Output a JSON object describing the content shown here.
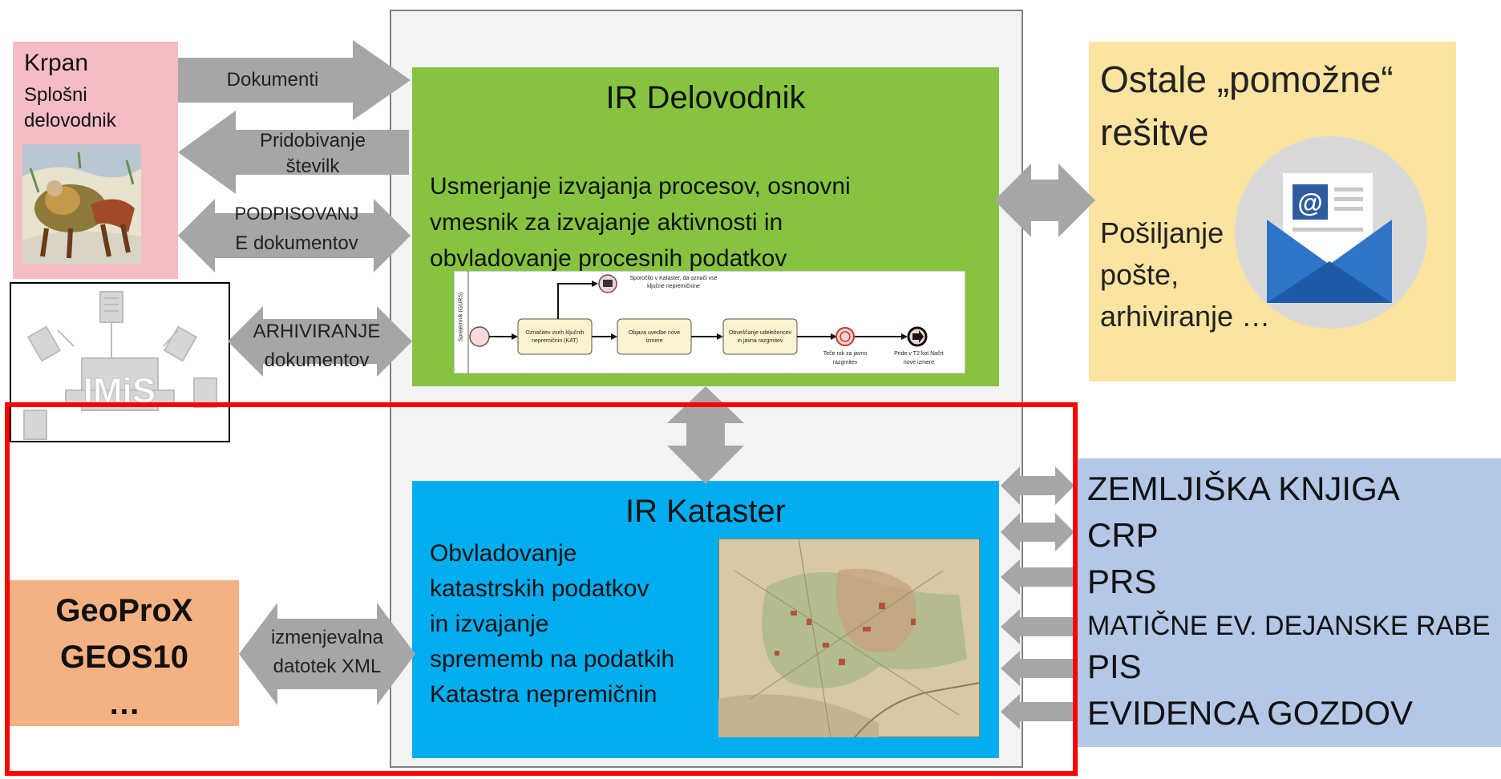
{
  "krpan": {
    "title": "Krpan",
    "subtitle_line1": "Splošni",
    "subtitle_line2": "delovodnik"
  },
  "imis": {
    "logo_text": "IMiS"
  },
  "arrows": {
    "dokumenti": "Dokumenti",
    "pridobivanje_line1": "Pridobivanje",
    "pridobivanje_line2": "številk",
    "podpisovanje_line1": "PODPISOVANJ",
    "podpisovanje_line2": "E dokumentov",
    "arhiviranje_line1": "ARHIVIRANJE",
    "arhiviranje_line2": "dokumentov",
    "izmenjevalna_line1": "izmenjevalna",
    "izmenjevalna_line2": "datotek XML"
  },
  "delovodnik": {
    "title": "IR Delovodnik",
    "desc_line1": "Usmerjanje izvajanja procesov, osnovni",
    "desc_line2": "vmesnik za izvajanje aktivnosti in",
    "desc_line3": "obvladovanje procesnih podatkov"
  },
  "bpmn": {
    "lane": "Sprejemnik (GURS)",
    "msg_line1": "Sporočilo v Kataster, da označi vse",
    "msg_line2": "ključne nepremičnine",
    "task1_line1": "Označitev vseh ključnih",
    "task1_line2": "nepremičnin (KAT)",
    "task2_line1": "Objava uvedbe nove",
    "task2_line2": "izmere",
    "task3_line1": "Obveščanje udeležencev",
    "task3_line2": "in javna razgrnitev",
    "timer_line1": "Teče rok za javno",
    "timer_line2": "razgrnitev",
    "end_line1": "Pride v T2 kot Načrt",
    "end_line2": "nove izmere"
  },
  "ostale": {
    "title_line1": "Ostale „pomožne“",
    "title_line2": "rešitve",
    "desc_line1": "Pošiljanje",
    "desc_line2": "pošte,",
    "desc_line3": "arhiviranje …",
    "at_symbol": "@"
  },
  "kataster": {
    "title": "IR Kataster",
    "desc_line1": "Obvladovanje",
    "desc_line2": "katastrskih podatkov",
    "desc_line3": "in izvajanje",
    "desc_line4": "sprememb na podatkih",
    "desc_line5": "Katastra nepremičnin"
  },
  "geoprox": {
    "line1": "GeoProX",
    "line2": "GEOS10",
    "line3": "…"
  },
  "registers": [
    "ZEMLJIŠKA KNJIGA",
    "CRP",
    "PRS",
    "MATIČNE EV. DEJANSKE RABE",
    "PIS",
    "EVIDENCA GOZDOV"
  ],
  "colors": {
    "krpan_bg": "#f5bcc4",
    "delovodnik_bg": "#86c440",
    "ostale_bg": "#fbe4a0",
    "kataster_bg": "#00adef",
    "geoprox_bg": "#f4b183",
    "registers_bg": "#b4c7e7",
    "arrow": "#a6a6a6",
    "highlight": "#ff0000"
  },
  "icons": {
    "krpan_picture": "krpan-illustration",
    "imis_logo": "imis-logo",
    "mail": "envelope-icon",
    "map": "cadastral-map"
  }
}
